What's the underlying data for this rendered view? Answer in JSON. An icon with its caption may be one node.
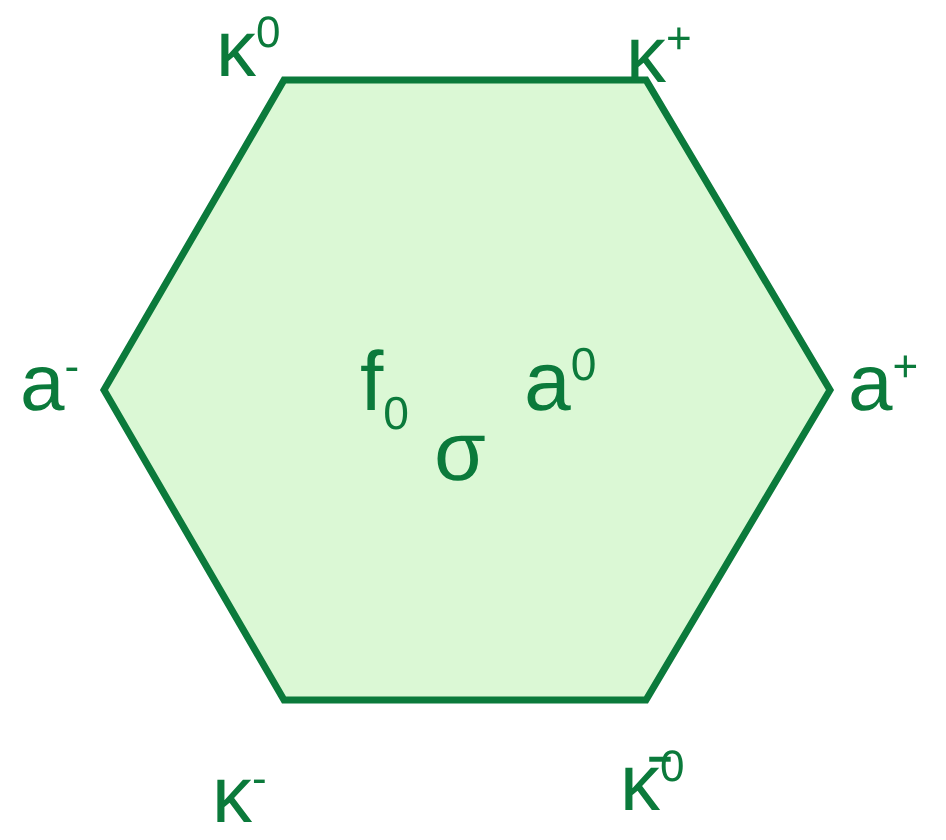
{
  "diagram": {
    "nodes": [
      {
        "text": [
          "f$_{0}$",
          "σ",
          "a$^{0}$"
        ]
      }
    ],
    "labels": [
      "κ$^{0}$",
      "κ$^{+}$",
      "a$^{-}$",
      "a$^{+}$",
      "κ$^{-}$",
      "κ̄$^{0}$"
    ]
  }
}
